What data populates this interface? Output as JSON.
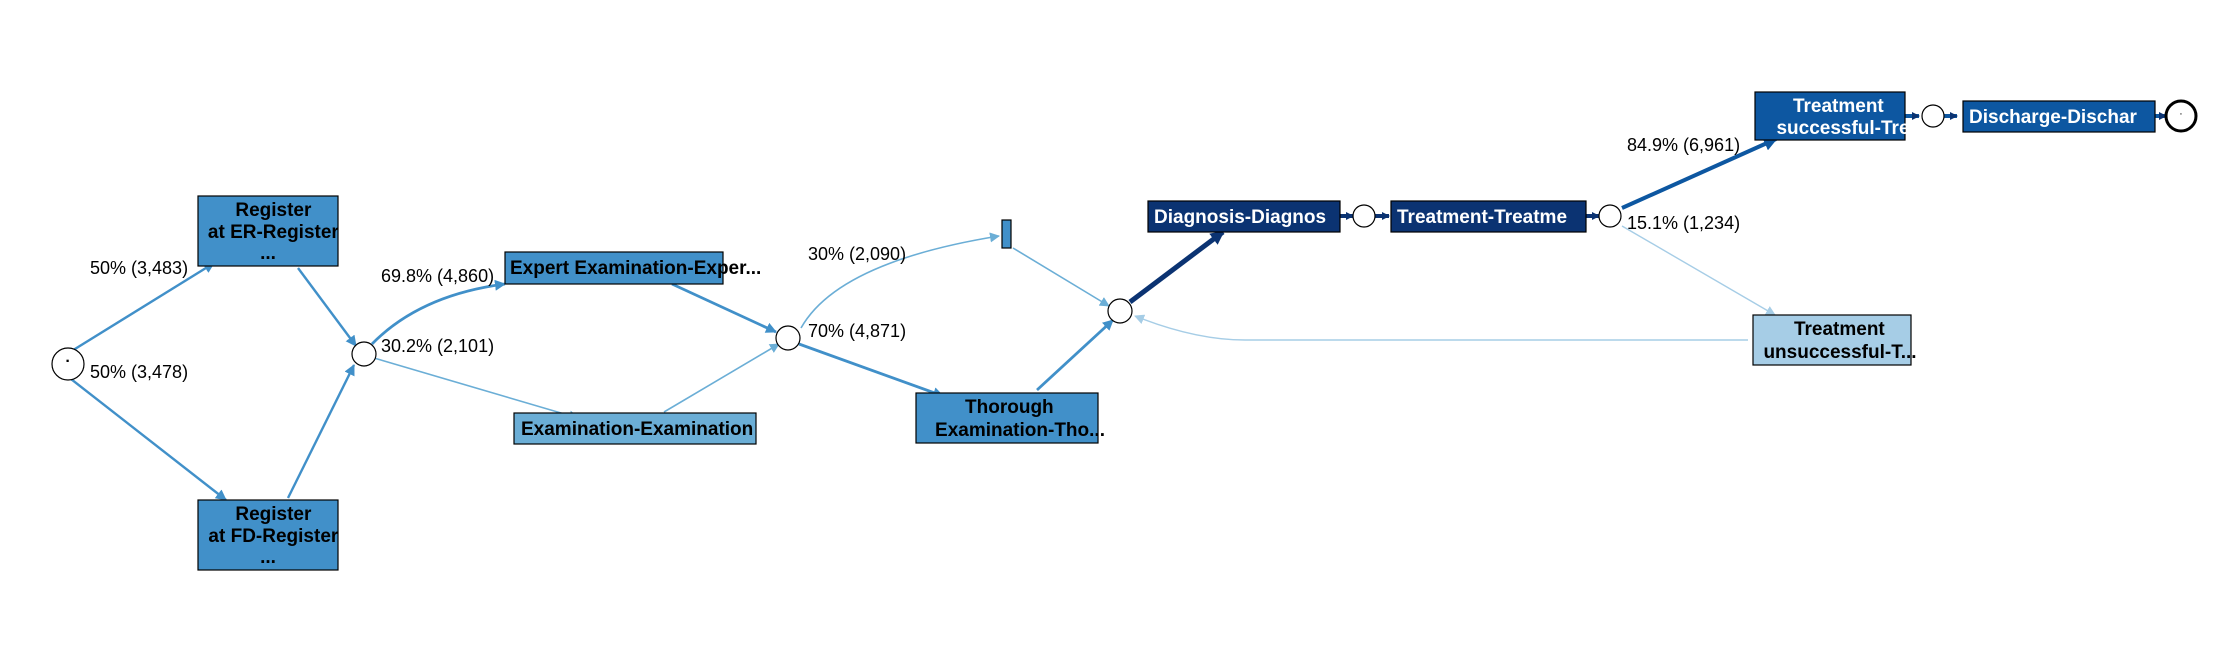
{
  "colors": {
    "dark": "#0b3372",
    "mid_dark": "#0d57a1",
    "medium": "#4190c9",
    "light_medium": "#6baed6",
    "light": "#a6cde6",
    "border": "#000000",
    "white_text": "#ffffff",
    "black_text": "#000000"
  },
  "places": {
    "start": {
      "label": "·"
    },
    "end": {
      "label": "·"
    }
  },
  "transitions": {
    "register_er": {
      "lines": [
        "Register",
        "at ER-Register",
        "..."
      ]
    },
    "register_fd": {
      "lines": [
        "Register",
        "at FD-Register",
        "..."
      ]
    },
    "expert_exam": {
      "lines": [
        "Expert Examination-Exper..."
      ]
    },
    "examination": {
      "lines": [
        "Examination-Examination"
      ]
    },
    "thorough_exam": {
      "lines": [
        "Thorough",
        "Examination-Tho..."
      ]
    },
    "diagnosis": {
      "lines": [
        "Diagnosis-Diagnos"
      ]
    },
    "treatment": {
      "lines": [
        "Treatment-Treatme"
      ]
    },
    "treatment_successful": {
      "lines": [
        "Treatment",
        "successful-Tre"
      ]
    },
    "treatment_unsuccessful": {
      "lines": [
        "Treatment",
        "unsuccessful-T..."
      ]
    },
    "discharge": {
      "lines": [
        "Discharge-Dischar"
      ]
    }
  },
  "edge_labels": {
    "to_register_er": "50% (3,483)",
    "to_register_fd": "50% (3,478)",
    "to_expert": "69.8% (4,860)",
    "to_examination": "30.2% (2,101)",
    "to_skip": "30% (2,090)",
    "to_thorough": "70% (4,871)",
    "to_successful": "84.9% (6,961)",
    "to_unsuccessful": "15.1% (1,234)"
  }
}
